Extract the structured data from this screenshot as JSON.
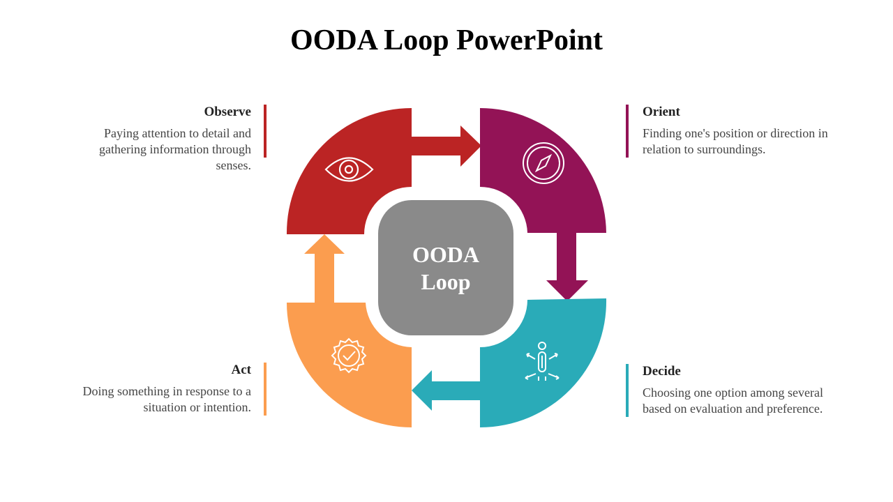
{
  "title": "OODA Loop PowerPoint",
  "center": {
    "line1": "OODA",
    "line2": "Loop",
    "color": "#8a8a8a"
  },
  "stages": [
    {
      "id": "observe",
      "name": "Observe",
      "description": "Paying attention to detail and gathering information through senses.",
      "color": "#bb2424",
      "icon": "eye-icon"
    },
    {
      "id": "orient",
      "name": "Orient",
      "description": "Finding one's position or direction in relation to surroundings.",
      "color": "#931356",
      "icon": "compass-icon"
    },
    {
      "id": "decide",
      "name": "Decide",
      "description": "Choosing one option among several based on evaluation and preference.",
      "color": "#2aabb8",
      "icon": "decision-person-icon"
    },
    {
      "id": "act",
      "name": "Act",
      "description": "Doing something in response to a situation or intention.",
      "color": "#fb9d4f",
      "icon": "check-badge-icon"
    }
  ]
}
